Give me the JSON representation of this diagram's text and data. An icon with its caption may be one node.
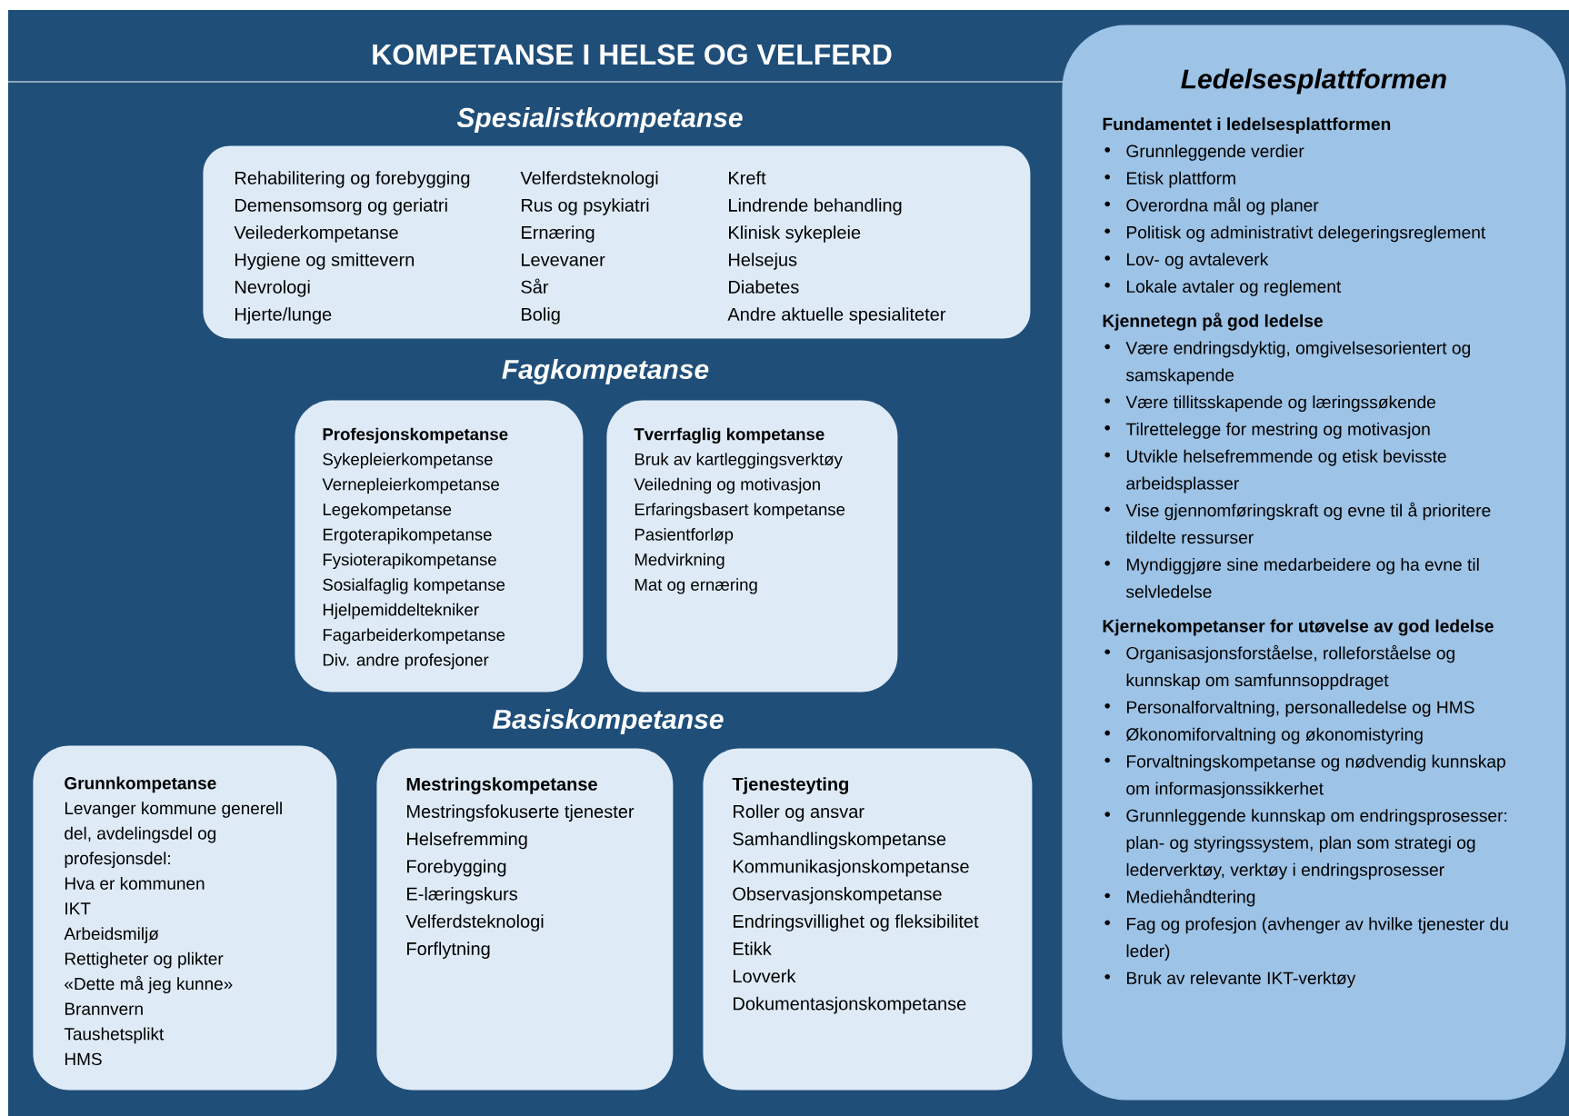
{
  "diagram": {
    "title": "KOMPETANSE I HELSE OG VELFERD",
    "nodes": [
      {
        "text": [
          "Rehabilitering og forebygging",
          "Demensomsorg og geriatri",
          "Veilederkompetanse",
          "Hygiene og smittevern",
          "Nevrologi",
          "Hjerte/lunge",
          "Velferdsteknologi",
          "Rus og psykiatri",
          "Ernæring",
          "Levevaner",
          "Sår",
          "Bolig",
          "Kreft",
          "Lindrende behandling",
          "Klinisk sykepleie",
          "Helsejus",
          "Diabetes",
          "Andre aktuelle spesialiteter"
        ]
      },
      {
        "text": [
          "Profesjonskompetanse",
          "Sykepleierkompetanse",
          "Vernepleierkompetanse",
          "Legekompetanse",
          "Ergoterapikompetanse",
          "Fysioterapikompetanse",
          "Sosialfaglig kompetanse",
          "Hjelpemiddeltekniker",
          "Fagarbeiderkompetanse",
          "Div. andre profesjoner"
        ]
      },
      {
        "text": [
          "Tverrfaglig kompetanse",
          "Bruk av kartleggingsverktøy",
          "Veiledning og motivasjon",
          "Erfaringsbasert kompetanse",
          "Pasientforløp",
          "Medvirkning",
          "Mat og ernæring"
        ]
      },
      {
        "text": [
          "Grunnkompetanse",
          "Levanger kommune generell del, avdelingsdel og profesjonsdel:",
          "Hva er kommunen",
          "IKT",
          "Arbeidsmiljø",
          "Rettigheter og plikter",
          "«Dette må jeg kunne»",
          "Brannvern",
          "Taushetsplikt",
          "HMS"
        ]
      },
      {
        "text": [
          "Mestringskompetanse",
          "Mestringsfokuserte tjenester",
          "Helsefremming",
          "Forebygging",
          "E-læringskurs",
          "Velferdsteknologi",
          "Forflytning"
        ]
      },
      {
        "text": [
          "Tjenesteyting",
          "Roller og ansvar",
          "Samhandlingskompetanse",
          "Kommunikasjonskompetanse",
          "Observasjonskompetanse",
          "Endringsvillighet og fleksibilitet",
          "Etikk",
          "Lovverk",
          "Dokumentasjonskompetanse"
        ]
      },
      {
        "text": [
          "Ledelsesplattformen",
          "Fundamentet i ledelsesplattformen",
          "Grunnleggende verdier",
          "Etisk plattform",
          "Overordna mål og planer",
          "Politisk og administrativt delegeringsreglement",
          "Lov- og avtaleverk",
          "Lokale avtaler og reglement",
          "Kjennetegn på god ledelse",
          "Være endringsdyktig, omgivelsesorientert og samskapende",
          "Være tillitsskapende og læringssøkende",
          "Tilrettelegge for mestring og motivasjon",
          "Utvikle helsefremmende og etisk bevisste arbeidsplasser",
          "Vise gjennomføringskraft og evne til å prioritere tildelte ressurser",
          "Myndiggjøre sine medarbeidere og ha evne til selvledelse",
          "Kjernekompetanser for utøvelse av god ledelse",
          "Organisasjonsforståelse, rolleforståelse og kunnskap om samfunnsoppdraget",
          "Personalforvaltning, personalledelse og HMS",
          "Økonomiforvaltning og økonomistyring",
          "Forvaltningskompetanse og nødvendig kunnskap om informasjonssikkerhet",
          "Grunnleggende kunnskap om endringsprosesser: plan- og styringssystem, plan som strategi og lederverktøy, verktøy i endringsprosesser",
          "Mediehåndtering",
          "Fag og profesjon (avhenger av hvilke tjenester du leder)",
          "Bruk av relevante IKT-verktøy"
        ]
      }
    ],
    "labels": [
      "Spesialistkompetanse",
      "Fagkompetanse",
      "Basiskompetanse"
    ]
  }
}
